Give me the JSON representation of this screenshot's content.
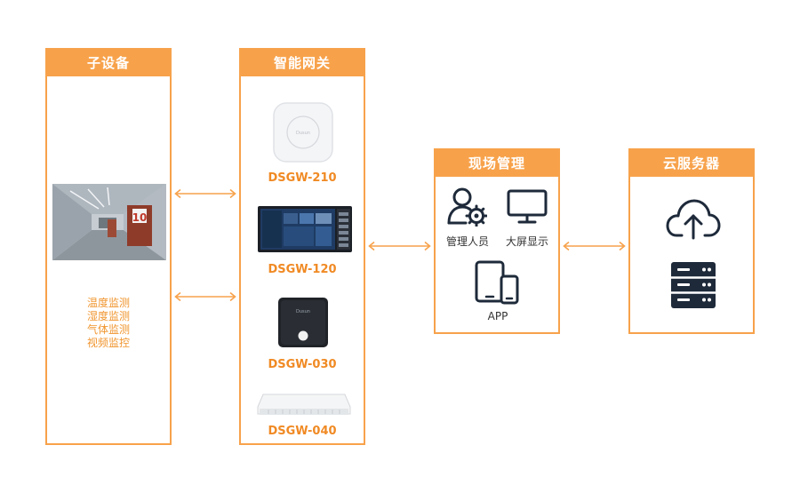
{
  "subdevices": {
    "title": "子设备",
    "monitors": [
      "温度监测",
      "湿度监测",
      "气体监测",
      "视频监控"
    ]
  },
  "gateway": {
    "title": "智能网关",
    "devices": [
      {
        "model": "DSGW-210",
        "brand": "Dusun"
      },
      {
        "model": "DSGW-120"
      },
      {
        "model": "DSGW-030",
        "brand": "Dusun"
      },
      {
        "model": "DSGW-040"
      }
    ],
    "tablet_door_number": "10"
  },
  "site": {
    "title": "现场管理",
    "items": [
      {
        "label": "管理人员",
        "icon": "user-gear-icon"
      },
      {
        "label": "大屏显示",
        "icon": "monitor-icon"
      },
      {
        "label": "APP",
        "icon": "mobile-devices-icon"
      }
    ]
  },
  "cloud": {
    "title": "云服务器",
    "icons": [
      "cloud-upload-icon",
      "server-rack-icon"
    ]
  },
  "colors": {
    "accent": "#f7a24b",
    "dark": "#1e2a3a",
    "text_orange": "#f08a24"
  }
}
